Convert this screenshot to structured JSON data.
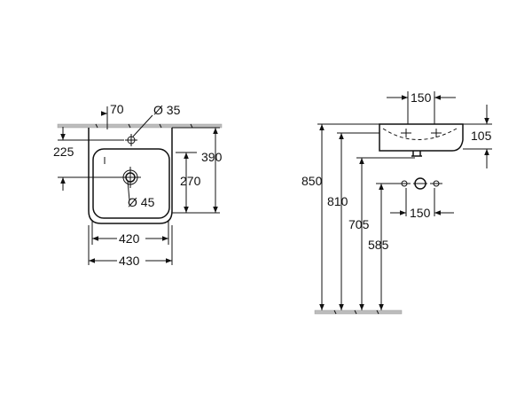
{
  "front_view": {
    "tap_offset": "70",
    "tap_hole_diameter": "Ø 35",
    "tap_height": "225",
    "total_depth": "390",
    "bowl_depth": "270",
    "waste_diameter": "Ø 45",
    "bowl_width": "420",
    "total_width": "430"
  },
  "side_view": {
    "valve_spacing_top": "150",
    "basin_height": "105",
    "rim_height": "850",
    "underside_height": "810",
    "waste_height": "705",
    "valve_height": "585",
    "valve_spacing_bottom": "150"
  },
  "colors": {
    "line": "#111111",
    "wall": "#bdbdbd"
  }
}
